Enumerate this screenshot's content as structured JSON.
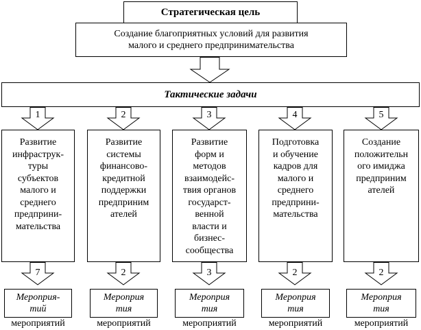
{
  "strategic_goal": {
    "title": "Стратегическая цель",
    "text_line1": "Создание благоприятных условий для развития",
    "text_line2": "малого и среднего предпринимательства"
  },
  "tactical": {
    "title": "Тактические задачи"
  },
  "tasks": [
    {
      "number": "1",
      "lines": [
        "Развитие",
        "инфраструк-",
        "туры",
        "субъектов",
        "малого и",
        "среднего",
        "предприни-",
        "мательства"
      ],
      "measure_count": "7",
      "measure_lines": [
        "Мероприя-",
        "тий"
      ],
      "caption": "мероприятий"
    },
    {
      "number": "2",
      "lines": [
        "Развитие",
        "системы",
        "финансово-",
        "кредитной",
        "поддержки",
        "предприним",
        "ателей"
      ],
      "measure_count": "2",
      "measure_lines": [
        "Мероприя",
        "тия"
      ],
      "caption": "мероприятий"
    },
    {
      "number": "3",
      "lines": [
        "Развитие",
        "форм и",
        "методов",
        "взаимодейс-",
        "твия органов",
        "государст-",
        "венной",
        "власти и",
        "бизнес-",
        "сообщества"
      ],
      "measure_count": "3",
      "measure_lines": [
        "Мероприя",
        "тия"
      ],
      "caption": "мероприятий"
    },
    {
      "number": "4",
      "lines": [
        "Подготовка",
        "и обучение",
        "кадров для",
        "малого и",
        "среднего",
        "предприни-",
        "мательства"
      ],
      "measure_count": "2",
      "measure_lines": [
        "Мероприя",
        "тия"
      ],
      "caption": "мероприятий"
    },
    {
      "number": "5",
      "lines": [
        "Создание",
        "положительн",
        "ого имиджа",
        "предприним",
        "ателей"
      ],
      "measure_count": "2",
      "measure_lines": [
        "Мероприя",
        "тия"
      ],
      "caption": "мероприятий"
    }
  ]
}
